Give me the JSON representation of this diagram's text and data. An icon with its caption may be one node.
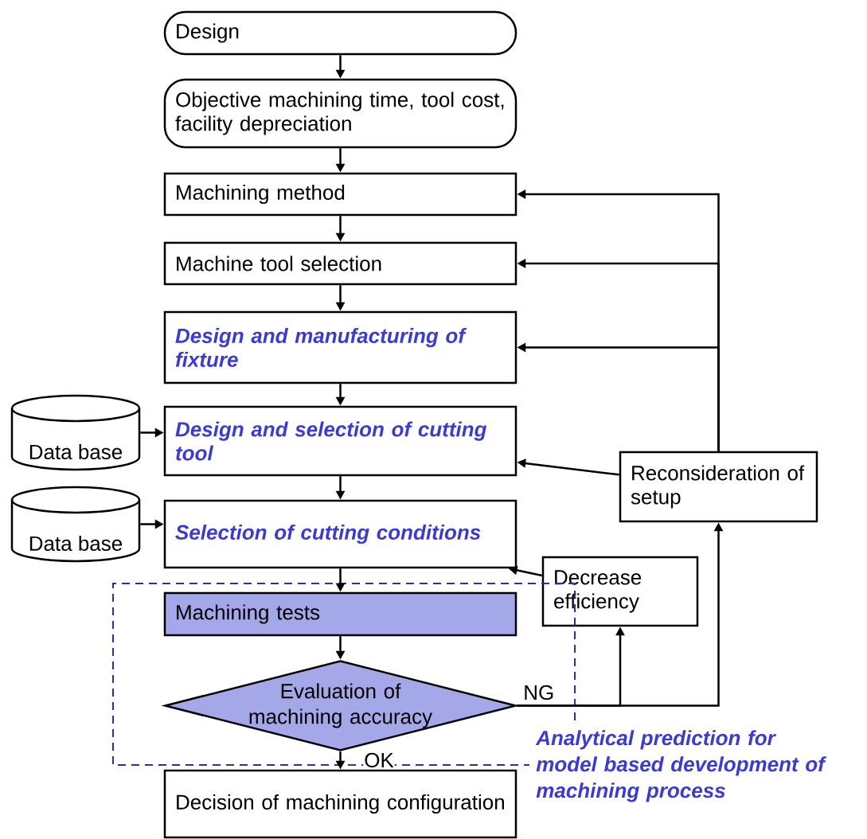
{
  "diagram": {
    "nodes": [
      {
        "text": [
          "Design"
        ]
      },
      {
        "text": [
          "Objective machining time, tool cost, facility depreciation"
        ]
      },
      {
        "text": [
          "Machining method"
        ]
      },
      {
        "text": [
          "Machine tool selection"
        ]
      },
      {
        "text": [
          "Design and manufacturing of fixture"
        ]
      },
      {
        "text": [
          "Data base"
        ]
      },
      {
        "text": [
          "Design and selection of cutting tool"
        ]
      },
      {
        "text": [
          "Reconsideration of setup"
        ]
      },
      {
        "text": [
          "Data base"
        ]
      },
      {
        "text": [
          "Selection of cutting conditions"
        ]
      },
      {
        "text": [
          "Analytical prediction for model based development of machining process"
        ]
      },
      {
        "text": [
          "Decrease efficiency"
        ]
      },
      {
        "text": [
          "Machining tests"
        ],
        "in": 10
      },
      {
        "text": [
          "Evaluation of machining accuracy"
        ],
        "in": 10
      },
      {
        "text": [
          "Decision of machining configuration"
        ]
      }
    ],
    "edges": [
      {
        "from": 0,
        "to": 1,
        "arrow": "to"
      },
      {
        "from": 1,
        "to": 2,
        "arrow": "to"
      },
      {
        "from": 2,
        "to": 3,
        "arrow": "to"
      },
      {
        "from": 3,
        "to": 4,
        "arrow": "to"
      },
      {
        "from": 4,
        "to": 6,
        "arrow": "to"
      },
      {
        "from": 5,
        "to": 6,
        "arrow": "to"
      },
      {
        "from": 6,
        "to": 9,
        "arrow": "to"
      },
      {
        "from": 8,
        "to": 9,
        "arrow": "to"
      },
      {
        "from": 9,
        "to": 12,
        "arrow": "to"
      },
      {
        "from": 12,
        "to": 13,
        "arrow": "to"
      },
      {
        "from": 13,
        "to": 14,
        "label": "OK",
        "arrow": "to"
      },
      {
        "from": 13,
        "to": 11,
        "label": "NG",
        "arrow": "to"
      },
      {
        "from": 13,
        "to": 7,
        "arrow": "to"
      },
      {
        "from": 11,
        "to": 9,
        "arrow": "to"
      },
      {
        "from": 7,
        "to": 2,
        "arrow": "to"
      },
      {
        "from": 7,
        "to": 3,
        "arrow": "to"
      },
      {
        "from": 7,
        "to": 4,
        "arrow": "to"
      },
      {
        "from": 7,
        "to": 6,
        "arrow": "to"
      }
    ]
  }
}
